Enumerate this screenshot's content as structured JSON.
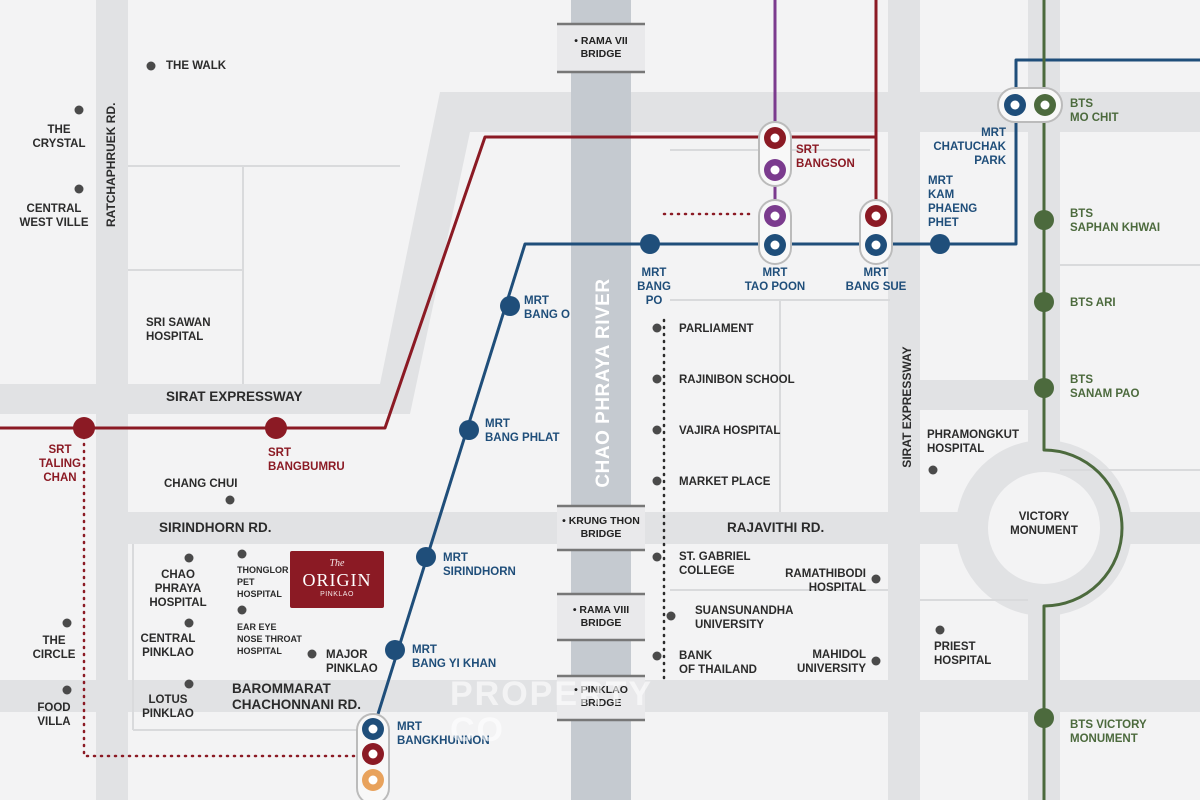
{
  "colors": {
    "mrt_blue": "#1f4e7a",
    "srt_red": "#8b1a24",
    "mrt_purple": "#7b3b8e",
    "bts_green": "#4c6a3d",
    "orange": "#e8a25c",
    "road": "#e1e2e4",
    "river": "#c5cad0",
    "background": "#f3f3f4"
  },
  "roads": {
    "sirat_expressway": "SIRAT EXPRESSWAY",
    "sirat_expressway_vertical": "SIRAT EXPRESSWAY",
    "ratchaphruek": "RATCHAPHRUEK RD.",
    "sirindhorn": "SIRINDHORN RD.",
    "rajavithi": "RAJAVITHI RD.",
    "borommarat": "BAROMMARAT\nCHACHONNANI RD."
  },
  "river_label": "CHAO PHRAYA RIVER",
  "bridges": {
    "rama7": "• RAMA VII\nBRIDGE",
    "krungthon": "• KRUNG THON\nBRIDGE",
    "rama8": "• RAMA VIII\nBRIDGE",
    "pinklao": "• PINKLAO\nBRIDGE"
  },
  "stations": {
    "mrt_bang_o": "MRT\nBANG O",
    "mrt_bang_phlat": "MRT\nBANG PHLAT",
    "mrt_sirindhorn": "MRT\nSIRINDHORN",
    "mrt_bang_yi_khan": "MRT\nBANG YI KHAN",
    "mrt_bangkhunnon": "MRT\nBANGKHUNNON",
    "mrt_bang_po": "MRT\nBANG\nPO",
    "mrt_tao_poon": "MRT\nTAO POON",
    "mrt_bang_sue": "MRT\nBANG SUE",
    "mrt_kam_phaeng_phet": "MRT\nKAM\nPHAENG\nPHET",
    "mrt_chatuchak_park": "MRT\nCHATUCHAK\nPARK",
    "srt_bangson": "SRT\nBANGSON",
    "srt_taling_chan": "SRT\nTALING\nCHAN",
    "srt_bangbumru": "SRT\nBANGBUMRU",
    "bts_mo_chit": "BTS\nMO CHIT",
    "bts_saphan_khwai": "BTS\nSAPHAN KHWAI",
    "bts_ari": "BTS ARI",
    "bts_sanam_pao": "BTS\nSANAM PAO",
    "bts_victory_monument": "BTS VICTORY\nMONUMENT"
  },
  "places": {
    "the_walk": "THE WALK",
    "the_crystal": "THE\nCRYSTAL",
    "central_west_ville": "CENTRAL\nWEST VILLE",
    "sri_sawan": "SRI SAWAN\nHOSPITAL",
    "chang_chui": "CHANG CHUI",
    "chao_phraya_hospital": "CHAO\nPHRAYA\nHOSPITAL",
    "central_pinklao": "CENTRAL\nPINKLAO",
    "lotus_pinklao": "LOTUS\nPINKLAO",
    "the_circle": "THE\nCIRCLE",
    "food_villa": "FOOD\nVILLA",
    "thonglor_pet": "THONGLOR\nPET\nHOSPITAL",
    "ear_eye": "EAR EYE\nNOSE THROAT\nHOSPITAL",
    "major_pinklao": "MAJOR\nPINKLAO",
    "parliament": "PARLIAMENT",
    "rajinibon": "RAJINIBON SCHOOL",
    "vajira": "VAJIRA HOSPITAL",
    "market_place": "MARKET PLACE",
    "st_gabriel": "ST. GABRIEL\nCOLLEGE",
    "suansunandha": "SUANSUNANDHA\nUNIVERSITY",
    "bank_of_thailand": "BANK\nOF THAILAND",
    "ramathibodi": "RAMATHIBODI\nHOSPITAL",
    "mahidol": "MAHIDOL\nUNIVERSITY",
    "phramongkut": "PHRAMONGKUT\nHOSPITAL",
    "priest": "PRIEST\nHOSPITAL",
    "victory_monument": "VICTORY\nMONUMENT"
  },
  "project": {
    "prefix": "The",
    "name": "ORIGIN",
    "sub": "PINKLAO"
  },
  "watermark": "PROPERTY\nCO"
}
